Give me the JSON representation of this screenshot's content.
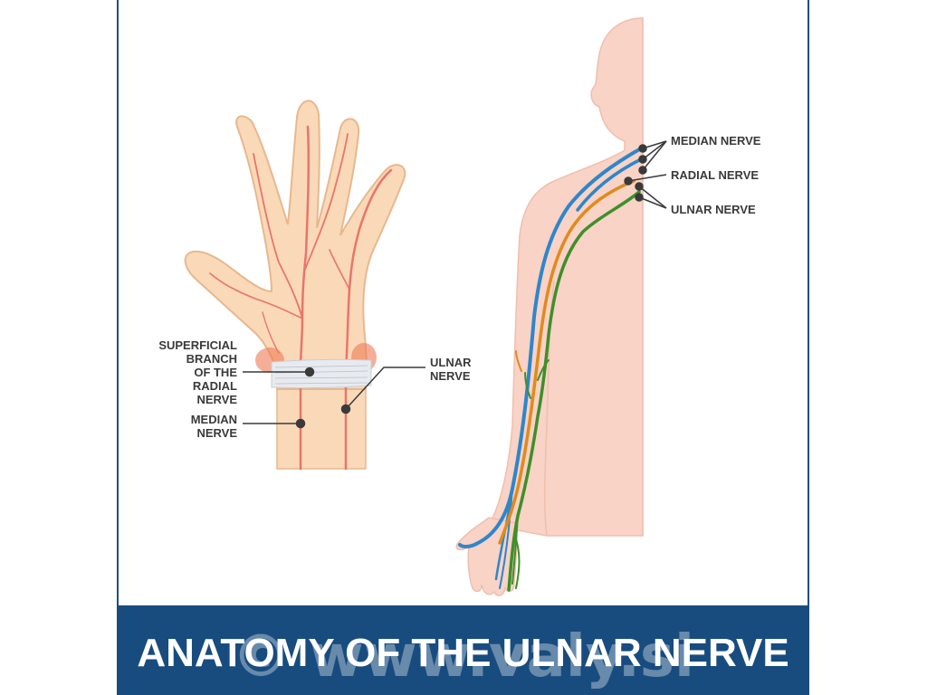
{
  "title": "ANATOMY OF THE ULNAR NERVE",
  "watermark": "© www.valy.si",
  "hand_labels": {
    "superficial_branch": [
      "SUPERFICIAL",
      "BRANCH",
      "OF THE",
      "RADIAL",
      "NERVE"
    ],
    "median": [
      "MEDIAN",
      "NERVE"
    ],
    "ulnar": [
      "ULNAR",
      "NERVE"
    ]
  },
  "arm_labels": {
    "median": "MEDIAN NERVE",
    "radial": "RADIAL NERVE",
    "ulnar": "ULNAR NERVE"
  },
  "colors": {
    "banner": "#184c7f",
    "skin": "#fad9b8",
    "body": "#f8d3c6",
    "median_nerve": "#2f86c9",
    "radial_nerve": "#e08a1e",
    "ulnar_nerve": "#3f8f2a",
    "hand_nerve": "#e9756a",
    "leader": "#3a3a3a"
  }
}
